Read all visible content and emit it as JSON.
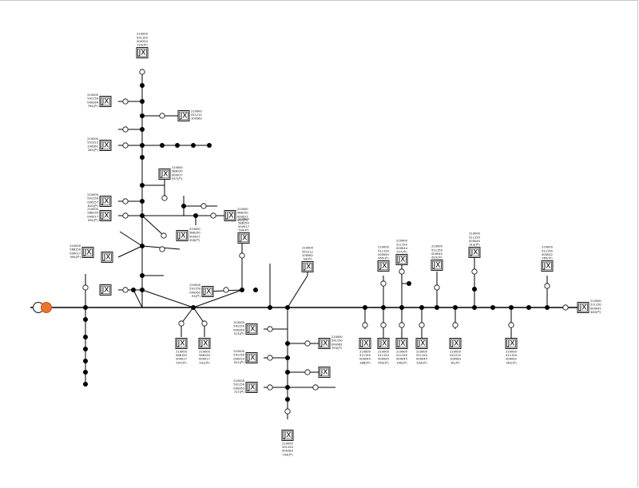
{
  "source": {
    "label": "",
    "transformer_colors": {
      "primary": "#333333",
      "secondary": "#e8772e"
    }
  },
  "box_label": "JX",
  "boxes": [
    {
      "id": "b1",
      "label": "JX",
      "info": [
        "210000",
        "591150",
        "000254",
        "723(户)"
      ]
    },
    {
      "id": "b2",
      "label": "JX",
      "info": [
        "210000",
        "591150",
        "000264",
        "794(户)"
      ]
    },
    {
      "id": "b3",
      "label": "JX",
      "info": [
        "210000",
        "551212",
        "100563"
      ]
    },
    {
      "id": "b4",
      "label": "JX",
      "info": [
        "210000",
        "551312",
        "100561",
        "305(户)"
      ]
    },
    {
      "id": "b5",
      "label": "JX",
      "info": [
        "210000",
        "588150",
        "000017",
        "537(户)"
      ]
    },
    {
      "id": "b6",
      "label": "JX",
      "info": [
        "210000",
        "591150",
        "000257",
        "810(户)"
      ]
    },
    {
      "id": "b7",
      "label": "JX",
      "info": [
        "210000",
        "588150",
        "000017",
        "554(户)"
      ]
    },
    {
      "id": "b8",
      "label": "JX",
      "info": [
        "210000",
        "588150",
        "000017",
        "594(户)"
      ]
    },
    {
      "id": "b9",
      "label": "JX",
      "info": [
        "210000",
        "588150",
        "000017",
        "537(户)"
      ]
    },
    {
      "id": "b10",
      "label": "JX",
      "info": []
    },
    {
      "id": "b11",
      "label": "JX",
      "info": []
    },
    {
      "id": "b12",
      "label": "JX",
      "info": [
        "210000",
        "588150",
        "000017",
        "558(户)"
      ]
    },
    {
      "id": "b13",
      "label": "JX",
      "info": [
        "210000",
        "588150",
        "000017",
        "594(户)"
      ]
    },
    {
      "id": "b14",
      "label": "JX",
      "info": [
        "210000",
        "591150",
        "000262",
        "93(户)"
      ]
    },
    {
      "id": "b15",
      "label": "JX",
      "info": [
        "210000",
        "551212",
        "100562",
        "93(户)"
      ]
    },
    {
      "id": "b16",
      "label": "JX",
      "info": [
        "210000",
        "588150",
        "000017",
        "537(户)"
      ]
    },
    {
      "id": "b17",
      "label": "JX",
      "info": [
        "210000",
        "588150",
        "000017",
        "531(户)"
      ]
    },
    {
      "id": "b18",
      "label": "JX",
      "info": [
        "210000",
        "591150",
        "000263",
        "513(户)"
      ]
    },
    {
      "id": "b19",
      "label": "JX",
      "info": [
        "210000",
        "591150",
        "000253",
        "521(户)"
      ]
    },
    {
      "id": "b20",
      "label": "JX",
      "info": [
        "210000",
        "591150",
        "000263",
        "727(户)"
      ]
    },
    {
      "id": "b21",
      "label": "JX",
      "info": [
        "210000",
        "591150",
        "000263",
        "733(户)"
      ]
    },
    {
      "id": "b22",
      "label": "JX",
      "info": [
        "210000",
        "591150",
        "000262",
        "793(户)"
      ]
    },
    {
      "id": "b23",
      "label": "JX",
      "info": []
    },
    {
      "id": "b24",
      "label": "JX",
      "info": [
        "210000",
        "511150",
        "000044",
        "577(户)"
      ]
    },
    {
      "id": "b25",
      "label": "JX",
      "info": [
        "210000",
        "511150",
        "000045",
        "655(户)"
      ]
    },
    {
      "id": "b26",
      "label": "JX",
      "info": [
        "210000",
        "511150",
        "000045",
        "623(户)"
      ]
    },
    {
      "id": "b27",
      "label": "JX",
      "info": [
        "210000",
        "511150",
        "000045",
        "913(户)"
      ]
    },
    {
      "id": "b28",
      "label": "JX",
      "info": [
        "210000",
        "511150",
        "000042",
        "265(户)"
      ]
    },
    {
      "id": "b29",
      "label": "JX",
      "info": [
        "210000",
        "511150",
        "000041",
        "340(户)"
      ]
    },
    {
      "id": "b30",
      "label": "JX",
      "info": [
        "210000",
        "511150",
        "000045",
        "286(户)"
      ]
    },
    {
      "id": "b31",
      "label": "JX",
      "info": [
        "210000",
        "511150",
        "000045",
        "453(户)"
      ]
    },
    {
      "id": "b32",
      "label": "JX",
      "info": [
        "210000",
        "511150",
        "000045",
        "240(户)"
      ]
    },
    {
      "id": "b33",
      "label": "JX",
      "info": [
        "210000",
        "511150",
        "000045",
        "533(户)"
      ]
    },
    {
      "id": "b34",
      "label": "JX",
      "info": [
        "210000",
        "551212",
        "100563",
        "61(户)"
      ]
    },
    {
      "id": "b35",
      "label": "JX",
      "info": [
        "210000",
        "511150",
        "000042",
        "261(户)"
      ]
    }
  ]
}
